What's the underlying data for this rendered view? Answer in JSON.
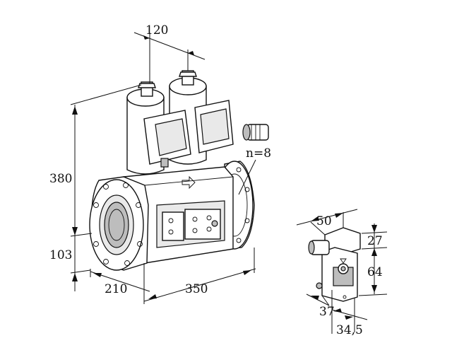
{
  "dimensions": {
    "top_width": "120",
    "overall_height": "380",
    "lower_height": "103",
    "depth": "210",
    "length": "350",
    "screw_count": "n=8",
    "switch_width": "50",
    "switch_top": "27",
    "switch_height": "64",
    "switch_depth": "37",
    "switch_bottom": "34,5"
  }
}
